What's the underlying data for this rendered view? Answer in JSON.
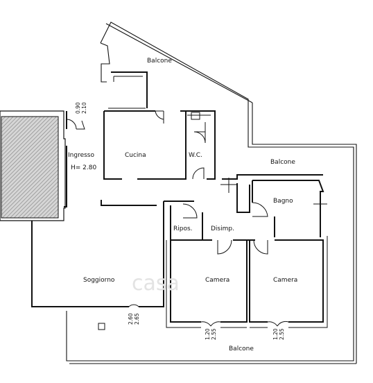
{
  "rooms": {
    "balcone_top": "Balcone",
    "balcone_right": "Balcone",
    "balcone_bottom": "Balcone",
    "ingresso": "Ingresso",
    "ingresso_height": "H= 2.80",
    "cucina": "Cucina",
    "wc": "W.C.",
    "bagno": "Bagno",
    "ripos": "Ripos.",
    "disimp": "Disimp.",
    "soggiorno": "Soggiorno",
    "camera_left": "Camera",
    "camera_right": "Camera"
  },
  "dimensions": {
    "entrance_top": "0.90",
    "entrance_bottom": "2.10",
    "soggiorno_top": "2.60",
    "soggiorno_bottom": "2.65",
    "camera_left_top": "1.20",
    "camera_left_bottom": "2.55",
    "camera_right_top": "1.20",
    "camera_right_bottom": "2.55"
  },
  "watermark": "casa",
  "colors": {
    "line": "#111111",
    "hatch": "#8a8a8a",
    "watermark": "#e3e3e3"
  }
}
